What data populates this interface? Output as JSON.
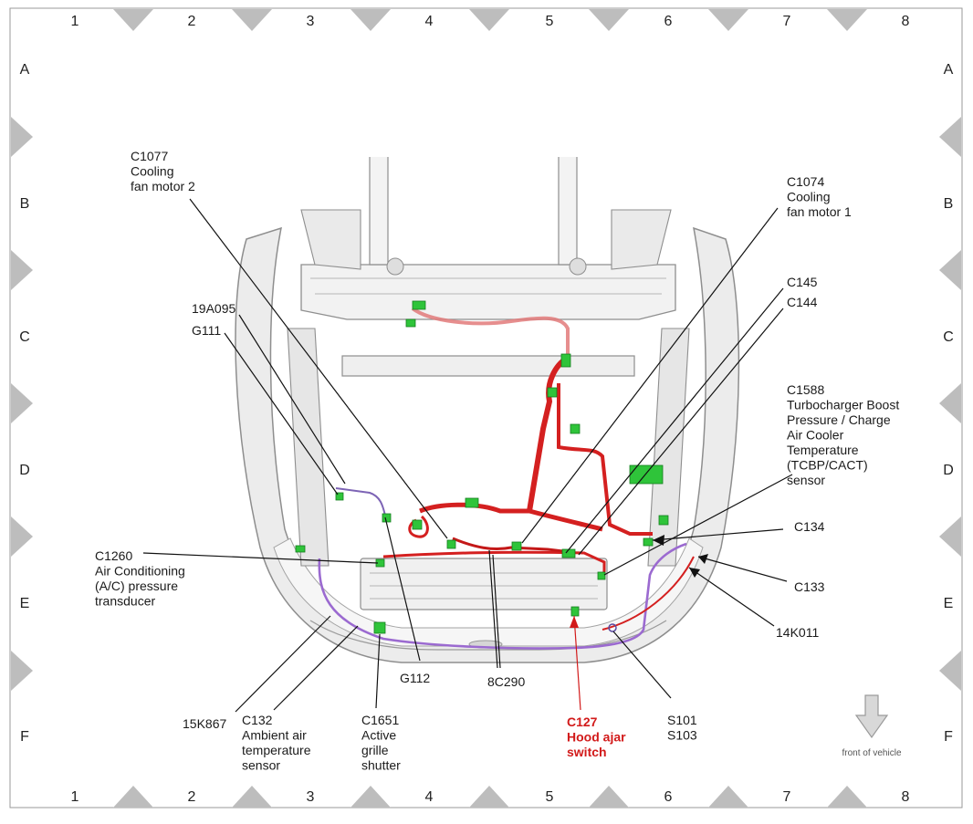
{
  "grid": {
    "columns": [
      "1",
      "2",
      "3",
      "4",
      "5",
      "6",
      "7",
      "8"
    ],
    "rows": [
      "A",
      "B",
      "C",
      "D",
      "E",
      "F"
    ]
  },
  "colors": {
    "frame": "#9a9a9a",
    "marker": "#bdbdbd",
    "body_fill": "#ececec",
    "body_stroke": "#8e8e8e",
    "harness_red": "#d42020",
    "harness_purple": "#9b6ad0",
    "connector_green": "#2fc43a",
    "highlight_label": "#d21a1a",
    "leader": "#111111"
  },
  "callouts": [
    {
      "id": "c1077",
      "lines": [
        "C1077",
        "Cooling",
        "fan motor 2"
      ]
    },
    {
      "id": "c1074",
      "lines": [
        "C1074",
        "Cooling",
        "fan motor 1"
      ]
    },
    {
      "id": "19a095",
      "lines": [
        "19A095"
      ]
    },
    {
      "id": "g111",
      "lines": [
        "G111"
      ]
    },
    {
      "id": "c145",
      "lines": [
        "C145"
      ]
    },
    {
      "id": "c144",
      "lines": [
        "C144"
      ]
    },
    {
      "id": "c1588",
      "lines": [
        "C1588",
        "Turbocharger Boost",
        "Pressure / Charge",
        "Air Cooler",
        "Temperature",
        "(TCBP/CACT)",
        "sensor"
      ]
    },
    {
      "id": "c134",
      "lines": [
        "C134"
      ]
    },
    {
      "id": "c1260",
      "lines": [
        "C1260",
        "Air Conditioning",
        "(A/C) pressure",
        "transducer"
      ]
    },
    {
      "id": "c133",
      "lines": [
        "C133"
      ]
    },
    {
      "id": "14k011",
      "lines": [
        "14K011"
      ]
    },
    {
      "id": "g112",
      "lines": [
        "G112"
      ]
    },
    {
      "id": "8c290",
      "lines": [
        "8C290"
      ]
    },
    {
      "id": "15k867",
      "lines": [
        "15K867"
      ]
    },
    {
      "id": "c132",
      "lines": [
        "C132",
        "Ambient air",
        "temperature",
        "sensor"
      ]
    },
    {
      "id": "c1651",
      "lines": [
        "C1651",
        "Active",
        "grille",
        "shutter"
      ]
    },
    {
      "id": "c127",
      "lines": [
        "C127",
        "Hood ajar",
        "switch"
      ],
      "highlight": true
    },
    {
      "id": "s101",
      "lines": [
        "S101",
        "S103"
      ]
    }
  ],
  "orientation": {
    "label": "front of vehicle",
    "icon": "down-arrow-icon"
  }
}
